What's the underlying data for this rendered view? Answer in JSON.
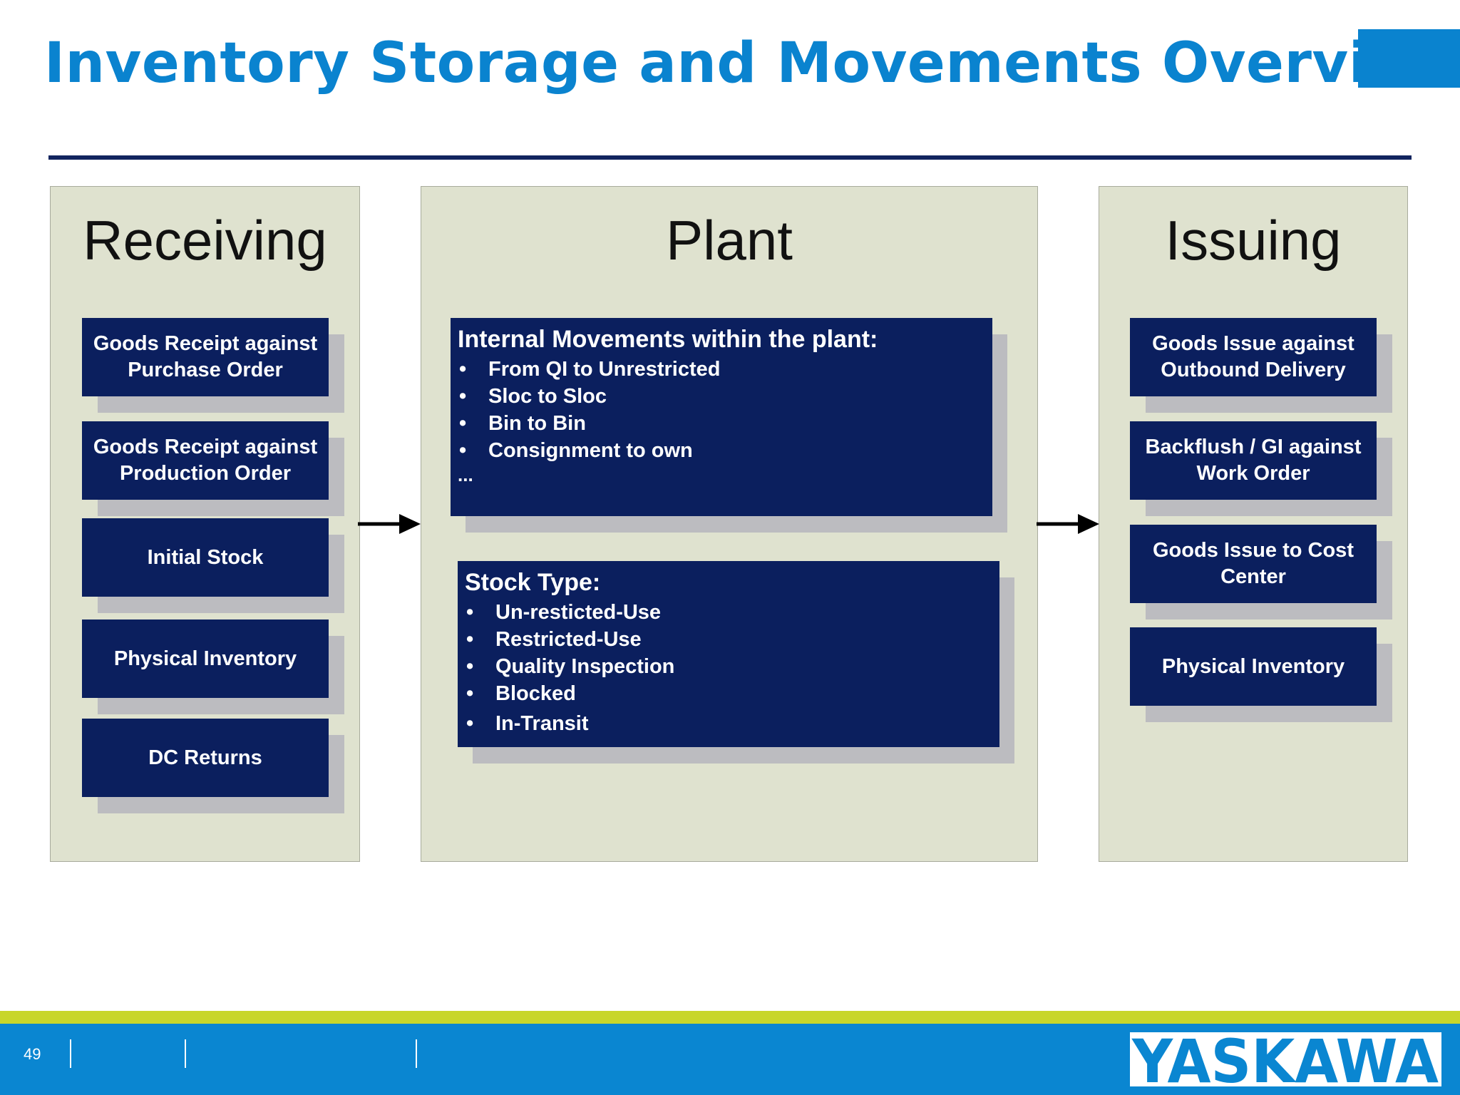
{
  "title": "Inventory Storage and Movements Overview",
  "colors": {
    "title": "#0a83cf",
    "accent_block": "#0a83cf",
    "rule": "#12255f",
    "panel": "#dfe2cf",
    "box": "#0b1f5e",
    "shadow": "#bcbcc0",
    "footer": "#0a86d1",
    "footer_stripe": "#c8d62a"
  },
  "receiving": {
    "title": "Receiving",
    "items": [
      "Goods Receipt against\nPurchase Order",
      "Goods Receipt against\nProduction Order",
      "Initial Stock",
      "Physical Inventory",
      "DC Returns"
    ]
  },
  "plant": {
    "title": "Plant",
    "movements": {
      "heading": "Internal Movements within the plant:",
      "items": [
        "From QI to Unrestricted",
        "Sloc to Sloc",
        "Bin to Bin",
        "Consignment to own"
      ],
      "more": "..."
    },
    "stock_type": {
      "heading": "Stock Type:",
      "items": [
        "Un-resticted-Use",
        "Restricted-Use",
        "Quality Inspection",
        "Blocked",
        "In-Transit"
      ]
    }
  },
  "issuing": {
    "title": "Issuing",
    "items": [
      "Goods Issue against\nOutbound Delivery",
      "Backflush / GI against\nWork Order",
      "Goods Issue to Cost\nCenter",
      "Physical Inventory"
    ]
  },
  "arrows": {
    "icon": "arrow-right-icon"
  },
  "footer": {
    "page_number": "49",
    "logo_text": "YASKAWA"
  }
}
